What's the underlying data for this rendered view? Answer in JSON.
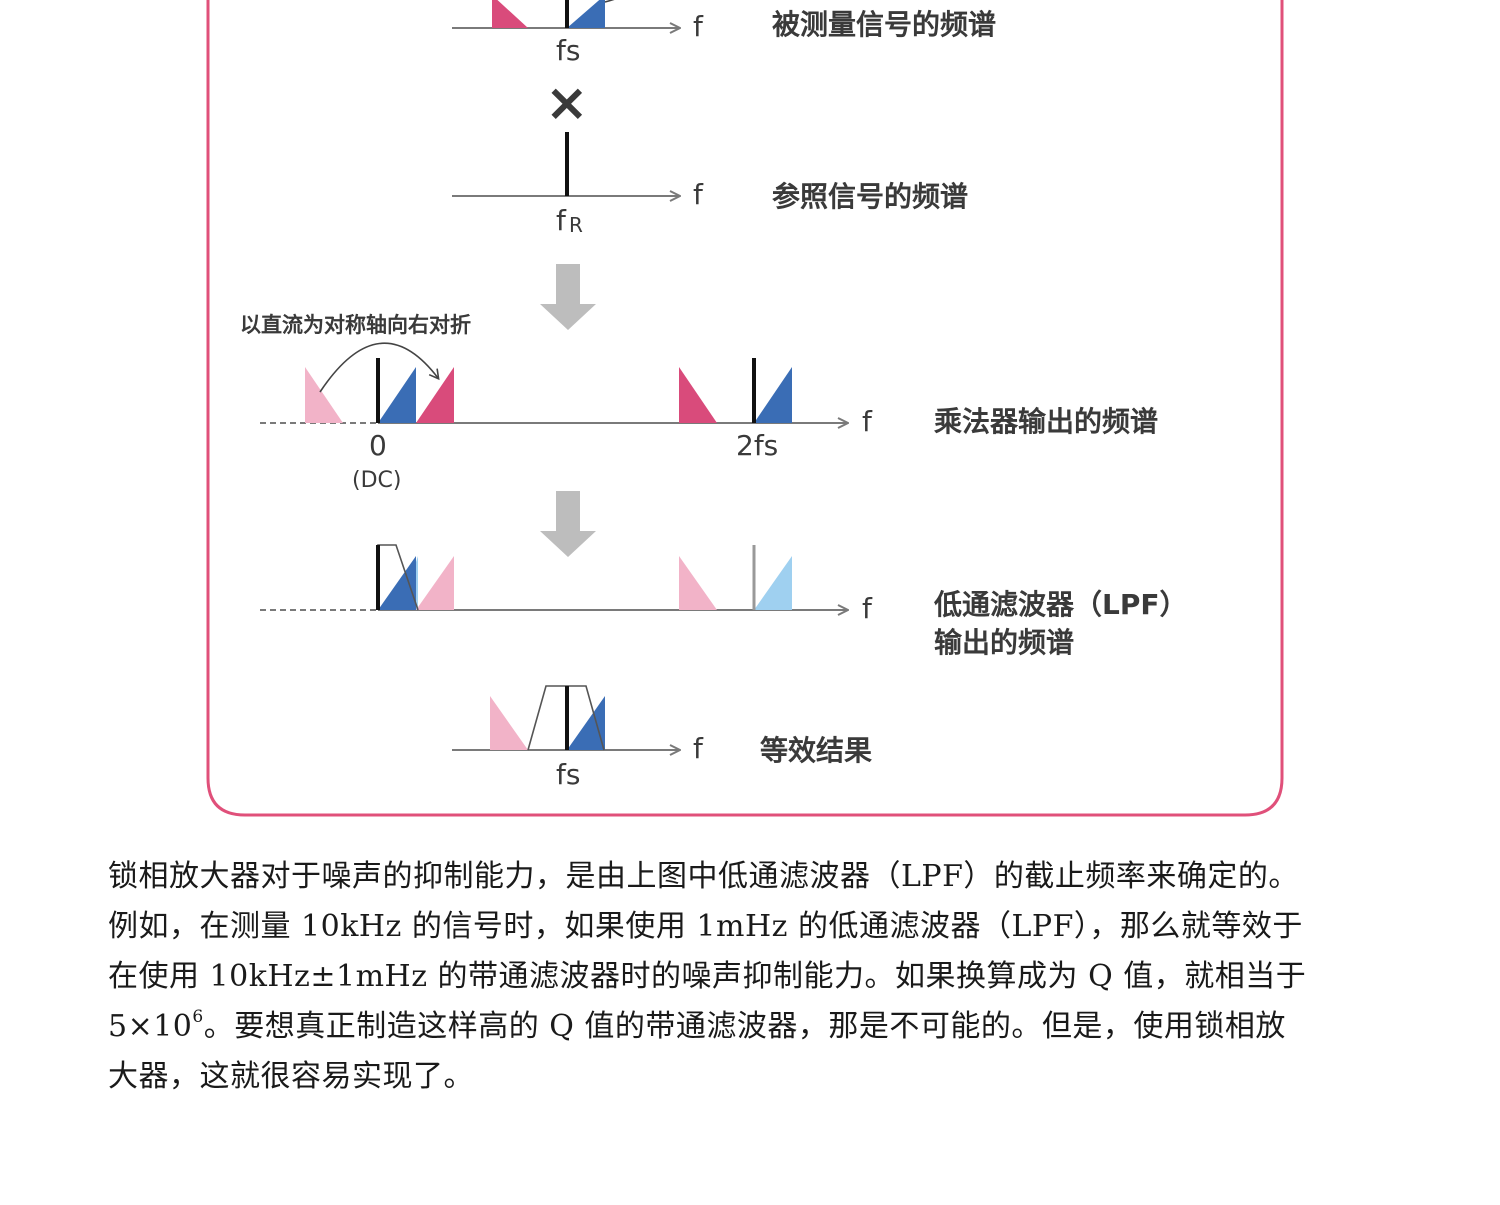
{
  "figure": {
    "rows": {
      "measured": {
        "label": "被测量信号的频谱",
        "tick": "fs",
        "axis": "f"
      },
      "multiply_symbol": "×",
      "reference": {
        "label": "参照信号的频谱",
        "tick_main": "f",
        "tick_sub": "R",
        "axis": "f"
      },
      "fold_note": "以直流为对称轴向右对折",
      "multiplier": {
        "label": "乘法器输出的频谱",
        "tick_zero": "0",
        "tick_dc": "(DC)",
        "tick_2fs": "2fs",
        "axis": "f"
      },
      "lpf": {
        "label_line1": "低通滤波器（LPF）",
        "label_line2": "输出的频谱",
        "axis": "f"
      },
      "equivalent": {
        "label": "等效结果",
        "tick": "fs",
        "axis": "f"
      }
    },
    "colors": {
      "frame": "#e0507a",
      "blue": "#3a6db5",
      "pink": "#d94b7b",
      "light_pink": "#f2b3c8",
      "light_blue": "#9fd0f0",
      "arrow_gray": "#bdbdbd",
      "axis": "#7a7a7a"
    }
  },
  "text": {
    "line1": "锁相放大器对于噪声的抑制能力，是由上图中低通滤波器（LPF）的截止频率来确定的。",
    "line2": "例如，在测量 10kHz 的信号时，如果使用 1mHz 的低通滤波器（LPF），那么就等效于",
    "line3": "在使用 10kHz±1mHz 的带通滤波器时的噪声抑制能力。如果换算成为 Q 值，就相当于",
    "line4_base": "5×10",
    "line4_exp": "6",
    "line4_rest": "。要想真正制造这样高的 Q 值的带通滤波器，那是不可能的。但是，使用锁相放",
    "line5": "大器，这就很容易实现了。"
  }
}
